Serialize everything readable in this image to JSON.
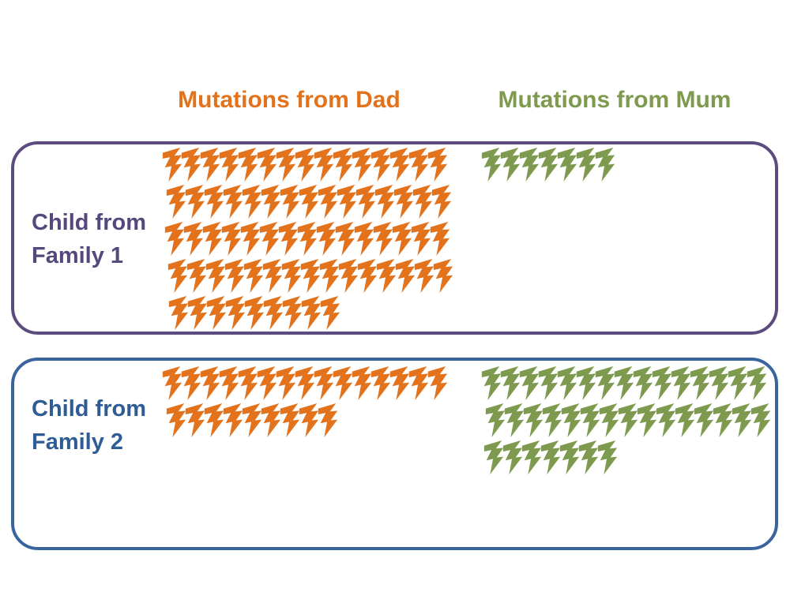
{
  "chart_data": {
    "type": "pictograph",
    "icon": "lightning-bolt",
    "icon_represents": "one mutation",
    "legend_position": "top",
    "columns": [
      {
        "id": "dad",
        "title": "Mutations from Dad",
        "color": "#E2731C"
      },
      {
        "id": "mum",
        "title": "Mutations from Mum",
        "color": "#7D9A4E"
      }
    ],
    "groups": [
      {
        "label": "Child from Family 1",
        "label_lines": [
          "Child from",
          "Family 1"
        ],
        "label_color": "#55487C",
        "border_color": "#5B4B7E",
        "counts": {
          "dad": 69,
          "mum": 7
        },
        "rows": {
          "dad": [
            15,
            15,
            15,
            15,
            9
          ],
          "mum": [
            7
          ]
        }
      },
      {
        "label": "Child from Family 2",
        "label_lines": [
          "Child from",
          "Family 2"
        ],
        "label_color": "#2E5C95",
        "border_color": "#3A649E",
        "counts": {
          "dad": 24,
          "mum": 37
        },
        "rows": {
          "dad": [
            15,
            9
          ],
          "mum": [
            15,
            15,
            7
          ]
        }
      }
    ]
  }
}
